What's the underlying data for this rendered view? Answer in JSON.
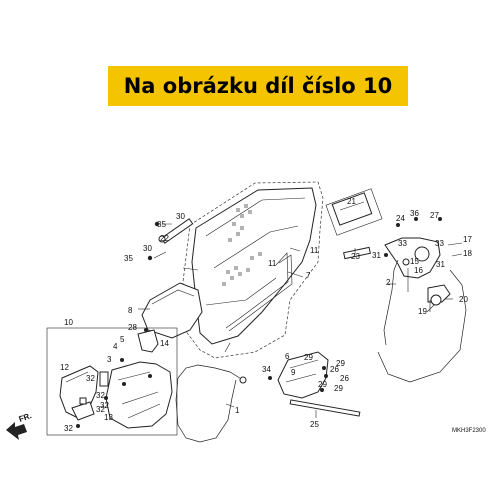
{
  "banner": {
    "text": "Na obrázku díl číslo 10",
    "color": "#f5c400"
  },
  "diagram": {
    "code": "MKH3F2300",
    "direction": "FR.",
    "callouts": [
      "1",
      "2",
      "3",
      "4",
      "5",
      "6",
      "7",
      "8",
      "9",
      "10",
      "11",
      "12",
      "13",
      "14",
      "15",
      "16",
      "17",
      "18",
      "19",
      "20",
      "21",
      "22",
      "23",
      "24",
      "25",
      "26",
      "27",
      "28",
      "29",
      "30",
      "31",
      "32",
      "33",
      "34",
      "35",
      "36"
    ],
    "repeat_labels": [
      "32",
      "32",
      "32",
      "32",
      "35",
      "30",
      "29",
      "29",
      "26",
      "29",
      "11",
      "33",
      "31"
    ]
  }
}
